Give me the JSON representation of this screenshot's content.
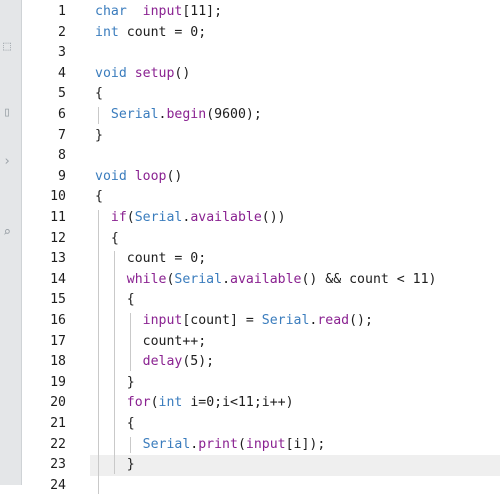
{
  "lines": [
    {
      "n": "1",
      "tokens": [
        [
          "ty",
          "char"
        ],
        [
          "",
          "  "
        ],
        [
          "fn",
          "input"
        ],
        [
          "",
          "[11];"
        ]
      ]
    },
    {
      "n": "2",
      "tokens": [
        [
          "ty",
          "int"
        ],
        [
          "",
          " count = 0;"
        ]
      ]
    },
    {
      "n": "3",
      "tokens": []
    },
    {
      "n": "4",
      "tokens": [
        [
          "ty",
          "void"
        ],
        [
          "",
          " "
        ],
        [
          "fn",
          "setup"
        ],
        [
          "",
          "()"
        ]
      ]
    },
    {
      "n": "5",
      "tokens": [
        [
          "",
          "{"
        ]
      ]
    },
    {
      "n": "6",
      "tokens": [
        [
          "",
          "  "
        ],
        [
          "ty",
          "Serial"
        ],
        [
          "",
          "."
        ],
        [
          "fn",
          "begin"
        ],
        [
          "",
          "(9600);"
        ]
      ]
    },
    {
      "n": "7",
      "tokens": [
        [
          "",
          "}"
        ]
      ]
    },
    {
      "n": "8",
      "tokens": []
    },
    {
      "n": "9",
      "tokens": [
        [
          "ty",
          "void"
        ],
        [
          "",
          " "
        ],
        [
          "fn",
          "loop"
        ],
        [
          "",
          "()"
        ]
      ]
    },
    {
      "n": "10",
      "tokens": [
        [
          "",
          "{"
        ]
      ]
    },
    {
      "n": "11",
      "tokens": [
        [
          "",
          "  "
        ],
        [
          "kw",
          "if"
        ],
        [
          "",
          "("
        ],
        [
          "ty",
          "Serial"
        ],
        [
          "",
          "."
        ],
        [
          "fn",
          "available"
        ],
        [
          "",
          "())"
        ]
      ]
    },
    {
      "n": "12",
      "tokens": [
        [
          "",
          "  {"
        ]
      ]
    },
    {
      "n": "13",
      "tokens": [
        [
          "",
          "    count = 0;"
        ]
      ]
    },
    {
      "n": "14",
      "tokens": [
        [
          "",
          "    "
        ],
        [
          "kw",
          "while"
        ],
        [
          "",
          "("
        ],
        [
          "ty",
          "Serial"
        ],
        [
          "",
          "."
        ],
        [
          "fn",
          "available"
        ],
        [
          "",
          "() && count < 11)"
        ]
      ]
    },
    {
      "n": "15",
      "tokens": [
        [
          "",
          "    {"
        ]
      ]
    },
    {
      "n": "16",
      "tokens": [
        [
          "",
          "      "
        ],
        [
          "fn",
          "input"
        ],
        [
          "",
          "[count] = "
        ],
        [
          "ty",
          "Serial"
        ],
        [
          "",
          "."
        ],
        [
          "fn",
          "read"
        ],
        [
          "",
          "();"
        ]
      ]
    },
    {
      "n": "17",
      "tokens": [
        [
          "",
          "      count++;"
        ]
      ]
    },
    {
      "n": "18",
      "tokens": [
        [
          "",
          "      "
        ],
        [
          "fn",
          "delay"
        ],
        [
          "",
          "(5);"
        ]
      ]
    },
    {
      "n": "19",
      "tokens": [
        [
          "",
          "    }"
        ]
      ]
    },
    {
      "n": "20",
      "tokens": [
        [
          "",
          "    "
        ],
        [
          "kw",
          "for"
        ],
        [
          "",
          "("
        ],
        [
          "ty",
          "int"
        ],
        [
          "",
          " i=0;i<11;i++)"
        ]
      ]
    },
    {
      "n": "21",
      "tokens": [
        [
          "",
          "    {"
        ]
      ]
    },
    {
      "n": "22",
      "tokens": [
        [
          "",
          "      "
        ],
        [
          "ty",
          "Serial"
        ],
        [
          "",
          "."
        ],
        [
          "fn",
          "print"
        ],
        [
          "",
          "("
        ],
        [
          "fn",
          "input"
        ],
        [
          "",
          "[i]);"
        ]
      ]
    },
    {
      "n": "23",
      "tokens": [
        [
          "",
          "    }"
        ]
      ]
    },
    {
      "n": "24",
      "tokens": []
    }
  ],
  "current_line": "23",
  "left_strip_icons": [
    "folder-icon",
    "book-icon",
    "chevron-right-icon",
    "search-icon"
  ],
  "colors": {
    "keyword": "#8a2291",
    "type": "#3a7cbd",
    "text": "#1d1d1d",
    "current_line_bg": "#efefef"
  }
}
